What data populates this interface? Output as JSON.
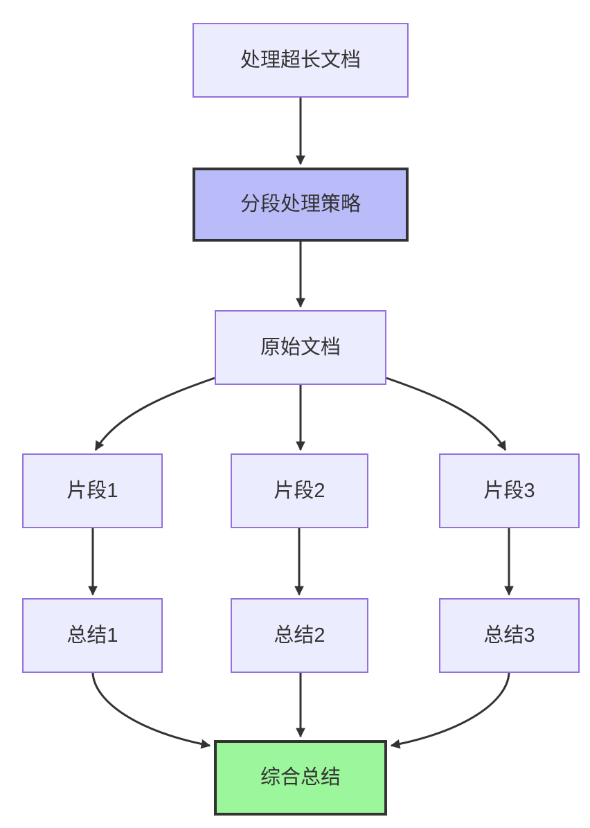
{
  "diagram": {
    "type": "flowchart-top-down",
    "edge_color": "#333333",
    "text_color": "#333333",
    "nodes": {
      "a": {
        "label": "处理超长文档",
        "fill": "#ECECFF",
        "border_color": "#9370DB"
      },
      "b": {
        "label": "分段处理策略",
        "fill": "#BABBF9",
        "border_color": "#333333"
      },
      "c": {
        "label": "原始文档",
        "fill": "#ECECFF",
        "border_color": "#9370DB"
      },
      "d": {
        "label": "片段1",
        "fill": "#ECECFF",
        "border_color": "#9370DB"
      },
      "e": {
        "label": "片段2",
        "fill": "#ECECFF",
        "border_color": "#9370DB"
      },
      "f": {
        "label": "片段3",
        "fill": "#ECECFF",
        "border_color": "#9370DB"
      },
      "g": {
        "label": "总结1",
        "fill": "#ECECFF",
        "border_color": "#9370DB"
      },
      "h": {
        "label": "总结2",
        "fill": "#ECECFF",
        "border_color": "#9370DB"
      },
      "i": {
        "label": "总结3",
        "fill": "#ECECFF",
        "border_color": "#9370DB"
      },
      "j": {
        "label": "综合总结",
        "fill": "#9CF69C",
        "border_color": "#333333"
      }
    },
    "edges": [
      {
        "from": "处理超长文档",
        "to": "分段处理策略"
      },
      {
        "from": "分段处理策略",
        "to": "原始文档"
      },
      {
        "from": "原始文档",
        "to": "片段1"
      },
      {
        "from": "原始文档",
        "to": "片段2"
      },
      {
        "from": "原始文档",
        "to": "片段3"
      },
      {
        "from": "片段1",
        "to": "总结1"
      },
      {
        "from": "片段2",
        "to": "总结2"
      },
      {
        "from": "片段3",
        "to": "总结3"
      },
      {
        "from": "总结1",
        "to": "综合总结"
      },
      {
        "from": "总结2",
        "to": "综合总结"
      },
      {
        "from": "总结3",
        "to": "综合总结"
      }
    ]
  }
}
